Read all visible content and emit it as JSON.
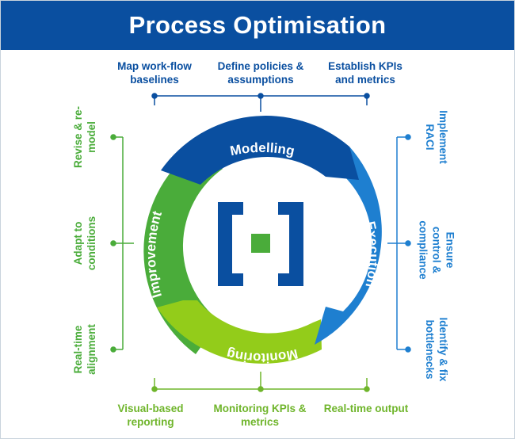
{
  "title": "Process Optimisation",
  "stages": {
    "modelling": "Modelling",
    "execution": "Execution",
    "monitoring": "Monitoring",
    "improvement": "Improvement"
  },
  "labels": {
    "top": [
      "Map work-flow baselines",
      "Define policies & assumptions",
      "Establish KPIs and metrics"
    ],
    "right": [
      "Implement RACI",
      "Ensure control & compliance",
      "Identify & fix bottlenecks"
    ],
    "bottom": [
      "Visual-based reporting",
      "Monitoring KPIs & metrics",
      "Real-time output"
    ],
    "left": [
      "Revise & re-model",
      "Adapt to conditions",
      "Real-time alignment"
    ]
  },
  "colors": {
    "header": "#0a4fa0",
    "modelling": "#0a4fa0",
    "execution": "#1e7fd0",
    "monitoring": "#93cc1a",
    "improvement": "#4aac3a",
    "logo_frame": "#0a4fa0",
    "logo_center": "#4aac3a"
  }
}
